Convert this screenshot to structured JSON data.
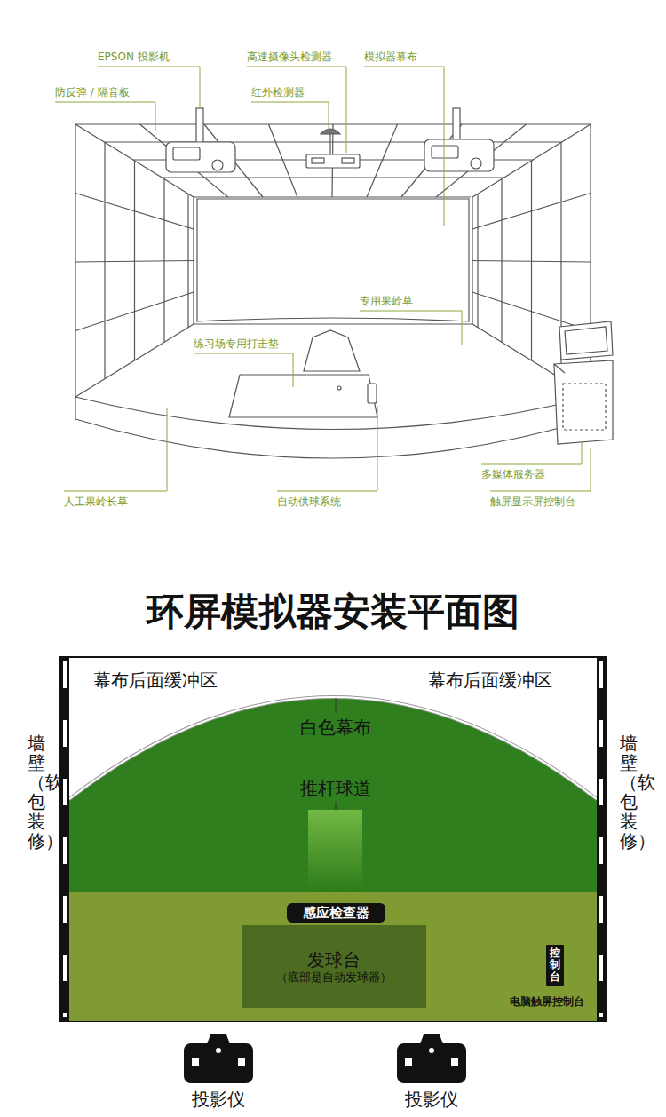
{
  "diagram": {
    "title": "环屏模拟器安装平面图",
    "nodes": [
      {
        "text": [
          "感应检查器"
        ]
      },
      {
        "text": [
          "发球台",
          "（底部是自动发球器）"
        ]
      },
      {
        "text": [
          "控制台"
        ]
      }
    ],
    "labels": [
      "EPSON 投影机",
      "高速摄像头检测器",
      "模拟器幕布",
      "防反弹 / 隔音板",
      "红外检测器",
      "专用果岭草",
      "练习场专用打击垫",
      "多媒体服务器",
      "人工果岭长草",
      "自动供球系统",
      "触屏显示屏控制台",
      "幕布后面缓冲区",
      "幕布后面缓冲区",
      "白色幕布",
      "墙壁（软包装修）",
      "墙壁（软包装修）",
      "推杆球道",
      "电脑触屏控制台",
      "投影仪",
      "投影仪"
    ]
  }
}
